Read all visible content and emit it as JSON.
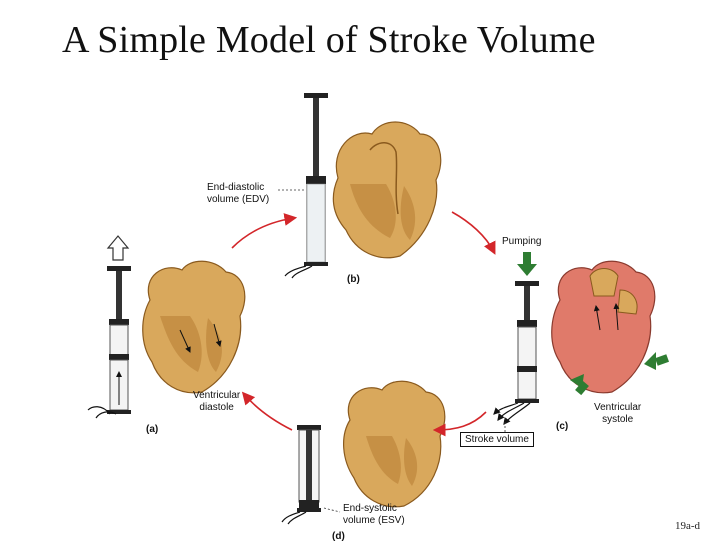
{
  "title": "A Simple Model of Stroke Volume",
  "slide_number": "19a-d",
  "panels": {
    "a": {
      "tag": "(a)",
      "caption": "Ventricular\ndiastole"
    },
    "b": {
      "tag": "(b)",
      "label": "End-diastolic\nvolume (EDV)"
    },
    "c": {
      "tag": "(c)",
      "caption": "Ventricular\nsystole",
      "action": "Pumping"
    },
    "d": {
      "tag": "(d)",
      "label": "End-systolic\nvolume (ESV)"
    }
  },
  "stroke_volume_label": "Stroke volume",
  "colors": {
    "heart_fill": "#d9a85c",
    "heart_dark": "#a87430",
    "heart_contract": "#e07a6a",
    "cycle_arrow": "#d3262a",
    "pump_arrow": "#2e7d32"
  }
}
